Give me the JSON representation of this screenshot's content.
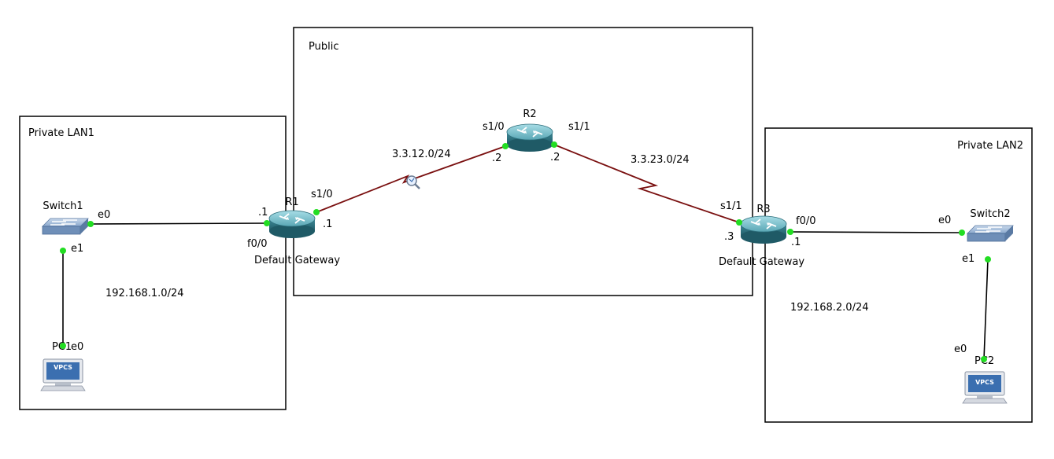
{
  "zones": {
    "public": "Public",
    "lan1": "Private LAN1",
    "lan2": "Private LAN2"
  },
  "devices": {
    "r1": "R1",
    "r2": "R2",
    "r3": "R3",
    "switch1": "Switch1",
    "switch2": "Switch2",
    "pc1": "PC1",
    "pc2": "PC2",
    "vpcs": "VPCS"
  },
  "ports": {
    "sw1_e0": "e0",
    "sw1_e1": "e1",
    "r1_f00": "f0/0",
    "r1_s10": "s1/0",
    "r2_s10": "s1/0",
    "r2_s11": "s1/1",
    "r3_s11": "s1/1",
    "r3_f00": "f0/0",
    "sw2_e0": "e0",
    "sw2_e1": "e1",
    "pc1_e0": "e0",
    "pc2_e0": "e0"
  },
  "addresses": {
    "r1_lan": ".1",
    "r1_wan": ".1",
    "r2_s10": ".2",
    "r2_s11": ".2",
    "r3_wan": ".3",
    "r3_lan": ".1"
  },
  "networks": {
    "net12": "3.3.12.0/24",
    "net23": "3.3.23.0/24",
    "lan1": "192.168.1.0/24",
    "lan2": "192.168.2.0/24"
  },
  "notes": {
    "gw1": "Default Gateway",
    "gw2": "Default Gateway"
  },
  "colors": {
    "router_body": "#3f8a99",
    "router_top": "#7cc3cf",
    "switch_body": "#7f9fc4",
    "serial_link": "#7a1010",
    "port_up": "#22dd22",
    "vpcs_screen": "#3b6fb0"
  }
}
